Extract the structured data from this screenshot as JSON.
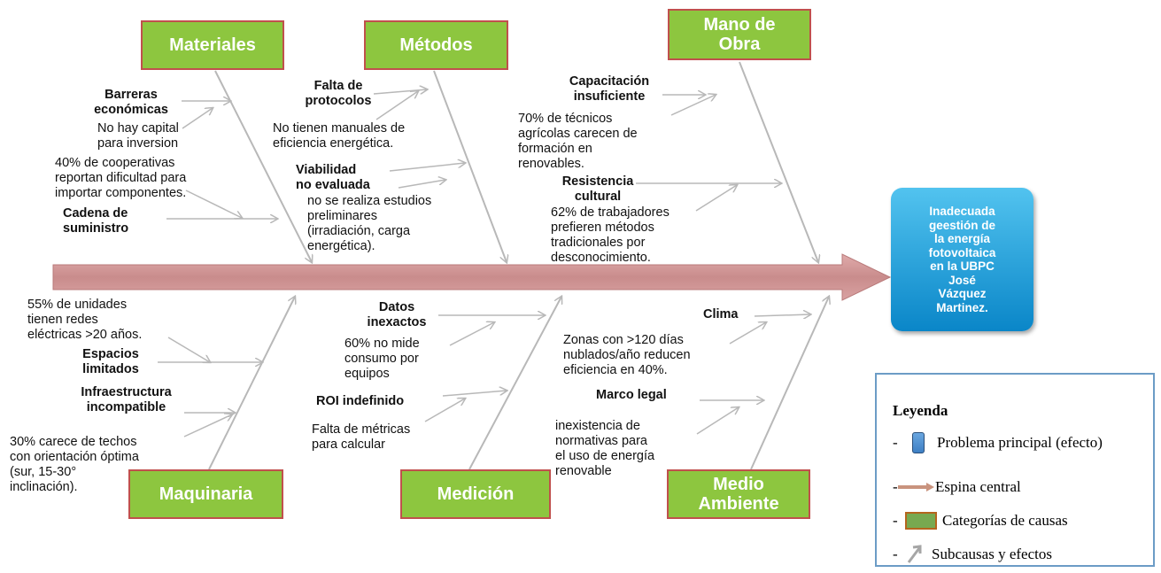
{
  "categories": {
    "materiales": "Materiales",
    "metodos": "Métodos",
    "mano_obra": "Mano de\nObra",
    "maquinaria": "Maquinaria",
    "medicion": "Medición",
    "medio_ambiente": "Medio\nAmbiente"
  },
  "effect": "Inadecuada\ngeestión de\nla energía\nfotovoltaica\nen la UBPC\nJosé\nVázquez\nMartinez.",
  "causes": {
    "barreras_title": "Barreras\neconómicas",
    "barreras_detail": "No hay capital\npara inversion",
    "cooperativas_detail": "40% de cooperativas\nreportan dificultad para\nimportar componentes.",
    "cadena_title": "Cadena de\nsuministro",
    "falta_protocolos_title": "Falta de\nprotocolos",
    "falta_protocolos_detail": "No tienen manuales de\neficiencia energética.",
    "viabilidad_title": "Viabilidad\nno evaluada",
    "viabilidad_detail": "no se realiza estudios\npreliminares\n(irradiación, carga\nenergética).",
    "capacitacion_title": "Capacitación\ninsuficiente",
    "capacitacion_detail": "70% de técnicos\nagrícolas carecen de\nformación en\nrenovables.",
    "resistencia_title": "Resistencia\ncultural",
    "resistencia_detail": "62% de trabajadores\nprefieren métodos\ntradicionales por\ndesconocimiento.",
    "redes_detail": "55% de unidades\ntienen redes\neléctricas >20 años.",
    "espacios_title": "Espacios\nlimitados",
    "infraestructura_title": "Infraestructura\nincompatible",
    "techos_detail": "30% carece de techos\ncon orientación óptima\n(sur, 15-30°\ninclinación).",
    "datos_title": "Datos\ninexactos",
    "datos_detail": "60% no mide\nconsumo por\nequipos",
    "roi_title": "ROI indefinido",
    "roi_detail": "Falta de métricas\npara calcular",
    "clima_title": "Clima",
    "clima_detail": "Zonas con >120 días\nnublados/año reducen\neficiencia en 40%.",
    "marco_title": "Marco legal",
    "marco_detail": "inexistencia de\nnormativas para\nel uso de energía\nrenovable"
  },
  "legend": {
    "title": "Leyenda",
    "items": [
      "Problema principal (efecto)",
      "Espina central",
      "Categorías de causas",
      "Subcausas y efectos"
    ]
  },
  "colors": {
    "category_fill": "#8dc63f",
    "category_border": "#c0504d",
    "spine": "#d4999a",
    "bone": "#b8b8b8",
    "effect_top": "#52c3ef",
    "effect_bottom": "#0a86c8",
    "legend_border": "#6c9cc6"
  }
}
